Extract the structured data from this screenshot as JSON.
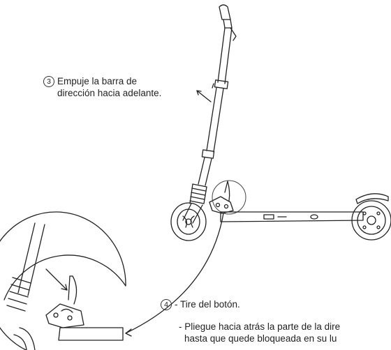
{
  "step3": {
    "number": "3",
    "line1": "Empuje la barra de",
    "line2": "dirección hacia adelante."
  },
  "step4": {
    "number": "4",
    "line1": "- Tire del botón.",
    "line2a": "- Pliegue hacia atrás la parte de la dire",
    "line2b": "hasta que quede bloqueada en su lu"
  },
  "colors": {
    "line": "#222222",
    "background": "#ffffff"
  }
}
